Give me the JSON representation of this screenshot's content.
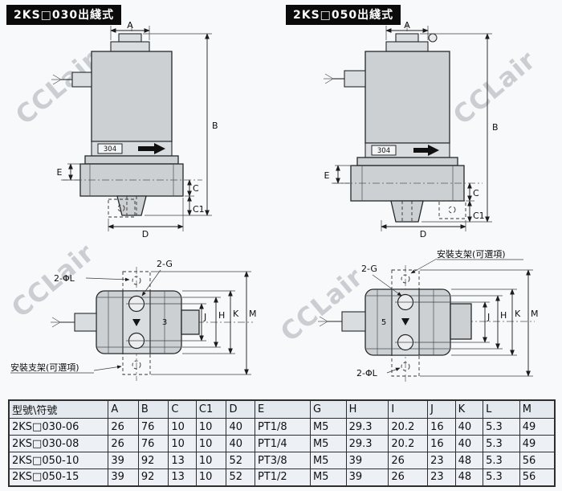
{
  "page": {
    "left_header": "2KS□030出綫式",
    "right_header": "2KS□050出綫式",
    "watermark": "CCLair",
    "steel_mark": "304",
    "bracket_note": "安裝支架(可選項)",
    "left_view_num": "3",
    "right_view_num": "5"
  },
  "dims": {
    "A": "A",
    "B": "B",
    "C": "C",
    "C1": "C1",
    "D": "D",
    "E": "E",
    "G2": "2-G",
    "L2": "2-ΦL",
    "J": "J",
    "H": "H",
    "K": "K",
    "M": "M"
  },
  "table": {
    "headers": [
      "型號\\符號",
      "A",
      "B",
      "C",
      "C1",
      "D",
      "E",
      "G",
      "H",
      "I",
      "J",
      "K",
      "L",
      "M"
    ],
    "rows": [
      [
        "2KS□030-06",
        "26",
        "76",
        "10",
        "10",
        "40",
        "PT1/8",
        "M5",
        "29.3",
        "20.2",
        "16",
        "40",
        "5.3",
        "49"
      ],
      [
        "2KS□030-08",
        "26",
        "76",
        "10",
        "10",
        "40",
        "PT1/4",
        "M5",
        "29.3",
        "20.2",
        "16",
        "40",
        "5.3",
        "49"
      ],
      [
        "2KS□050-10",
        "39",
        "92",
        "13",
        "10",
        "52",
        "PT3/8",
        "M5",
        "39",
        "26",
        "23",
        "48",
        "5.3",
        "56"
      ],
      [
        "2KS□050-15",
        "39",
        "92",
        "13",
        "10",
        "52",
        "PT1/2",
        "M5",
        "39",
        "26",
        "23",
        "48",
        "5.3",
        "56"
      ]
    ]
  }
}
